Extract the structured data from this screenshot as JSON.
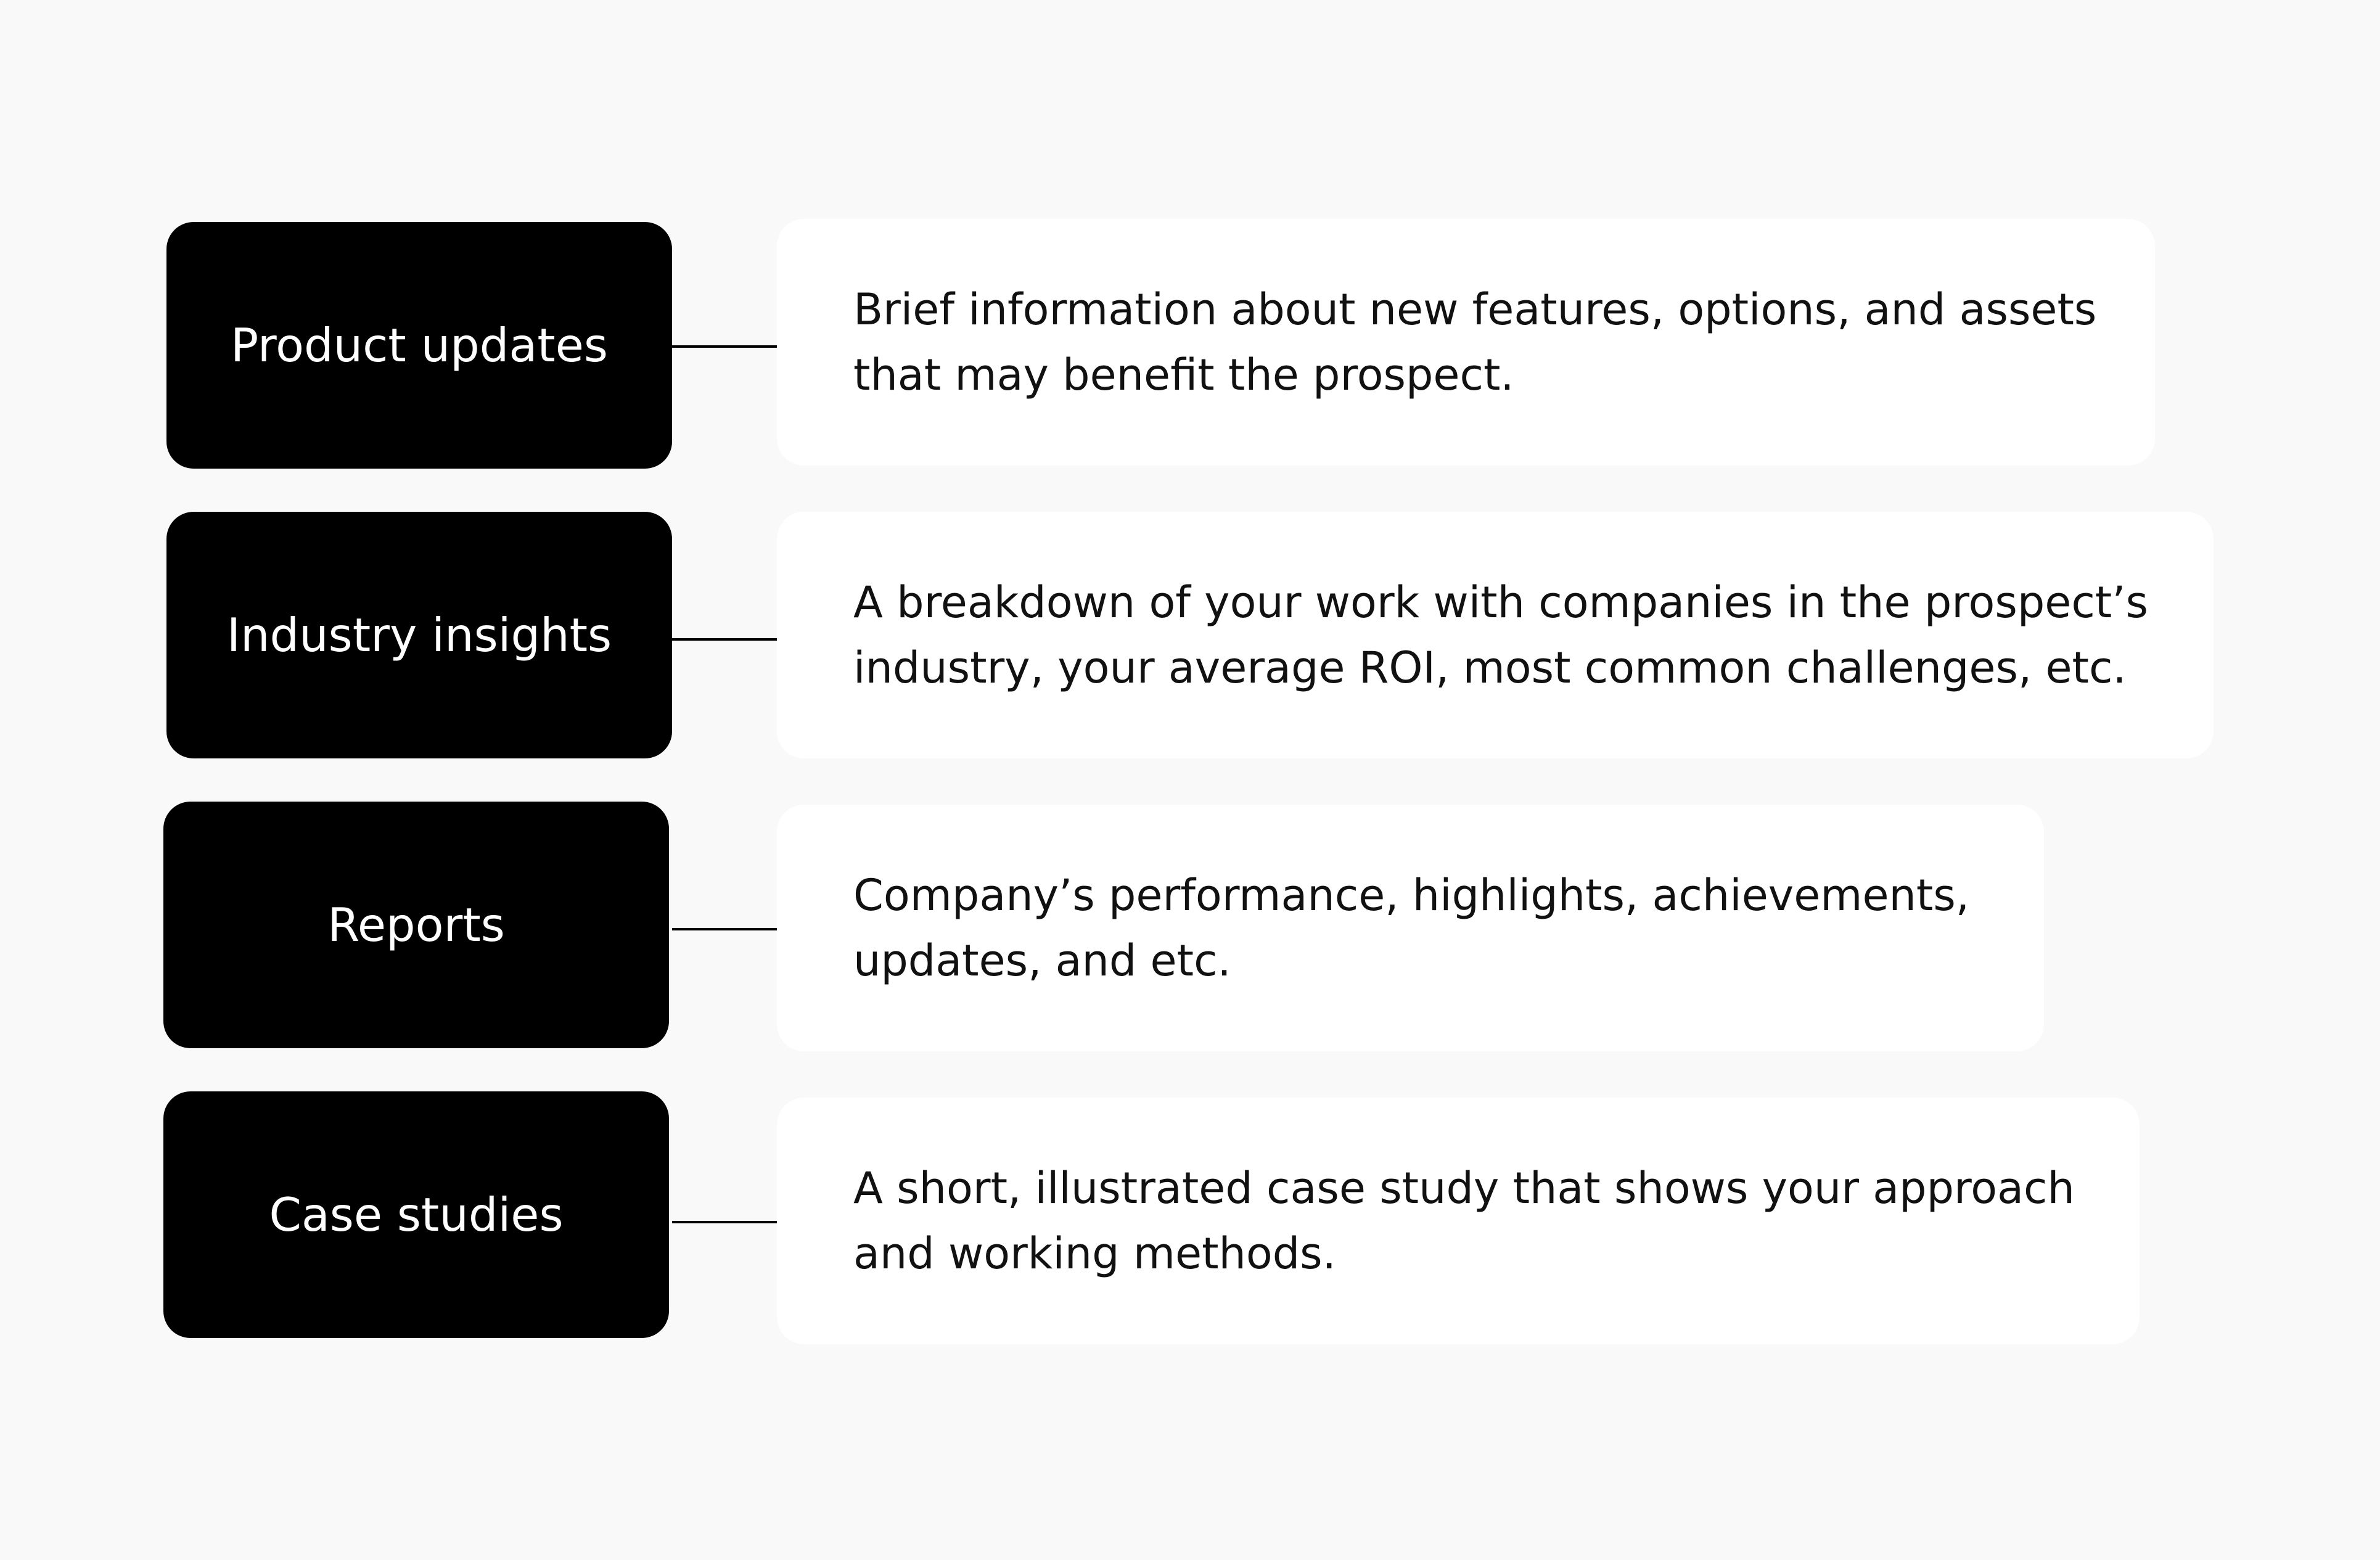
{
  "colors": {
    "background": "#f9f9f9",
    "label_box": "#000000",
    "label_text": "#ffffff",
    "description_box": "#ffffff",
    "description_text": "#111111",
    "connector": "#000000"
  },
  "items": [
    {
      "label": "Product updates",
      "description": "Brief information about new features, options, and assets that may benefit the prospect."
    },
    {
      "label": "Industry insights",
      "description": "A breakdown of your work with companies in the prospect’s industry, your average ROI, most common challenges, etc."
    },
    {
      "label": "Reports",
      "description": "Company’s performance, highlights, achievements, updates, and etc."
    },
    {
      "label": "Case studies",
      "description": "A short, illustrated case study that shows your approach and working methods."
    }
  ]
}
